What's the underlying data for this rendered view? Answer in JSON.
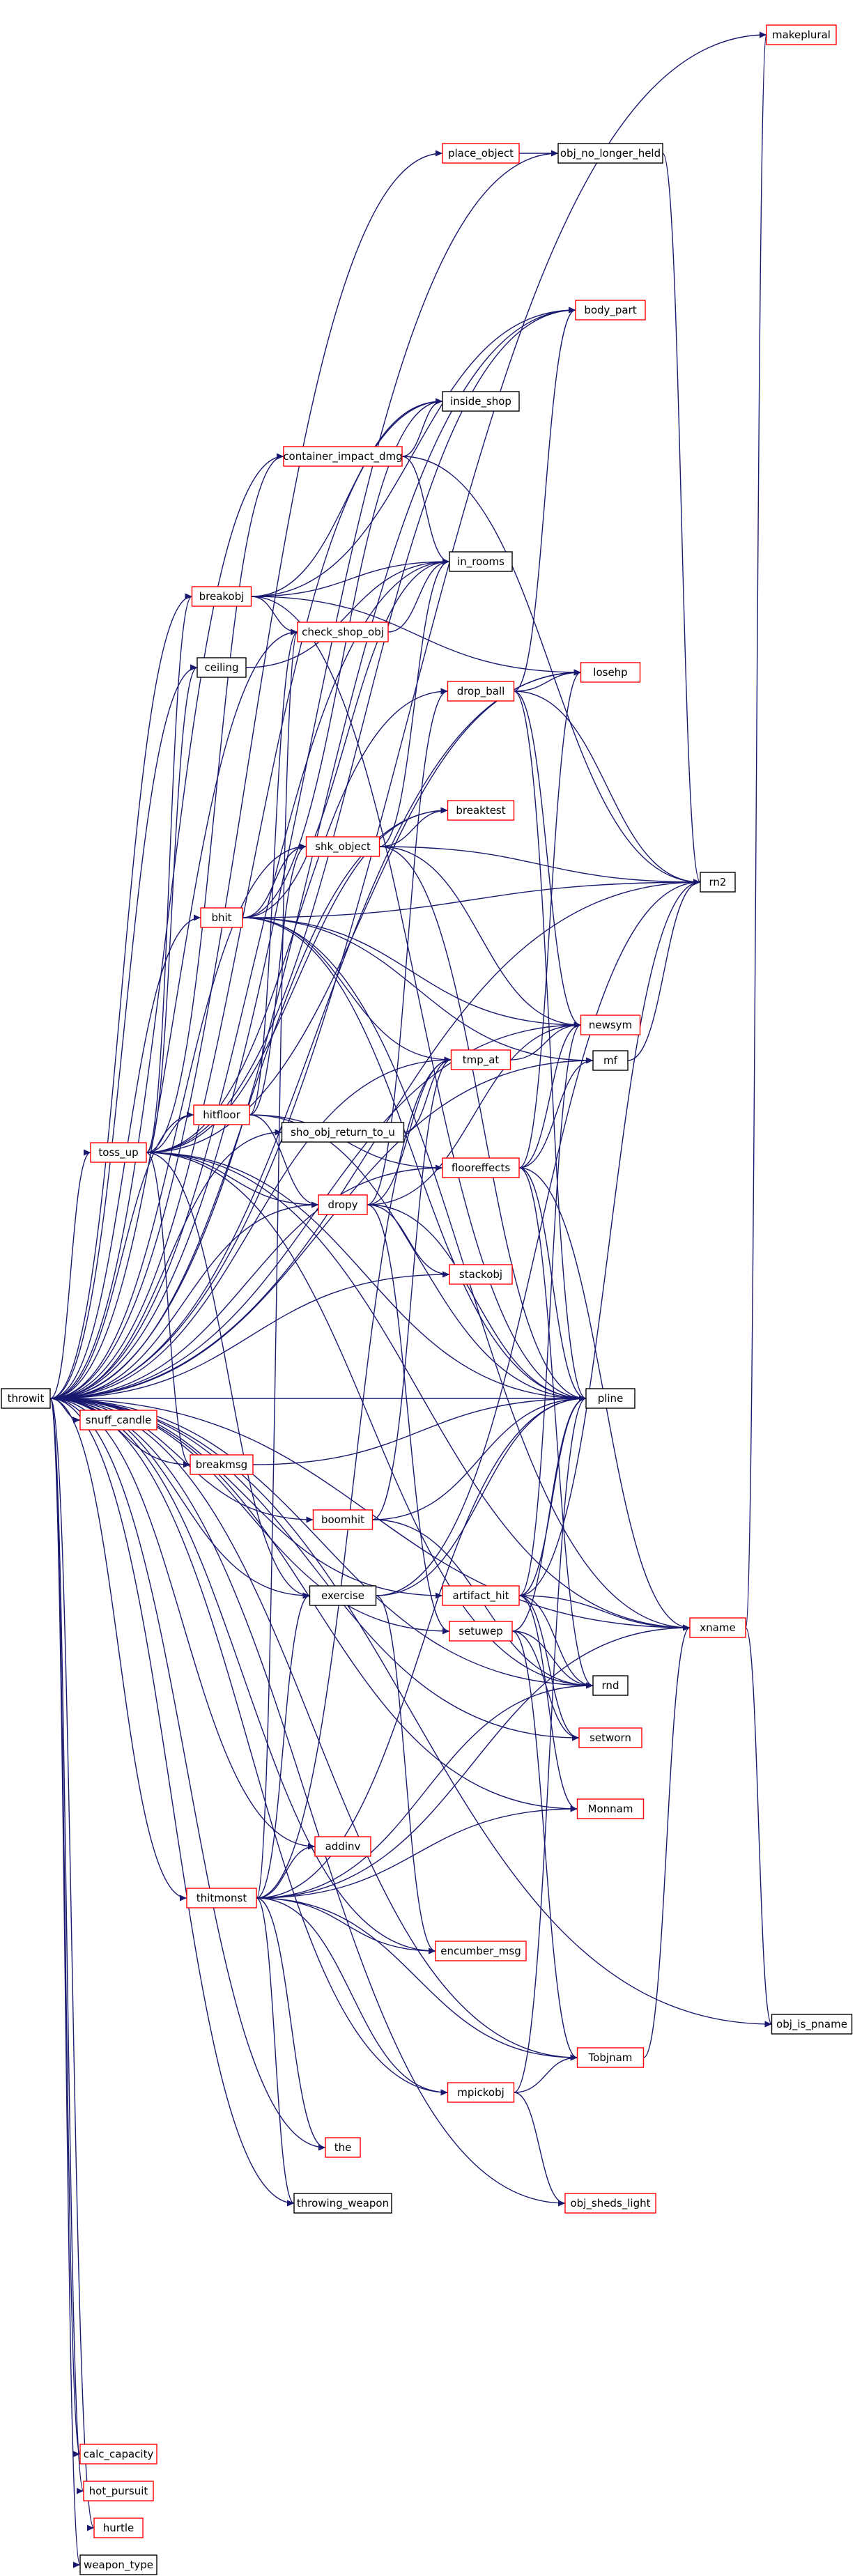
{
  "colors": {
    "edge": "#191970",
    "link_node_border": "#ff0000",
    "plain_node_border": "#000000",
    "root_node_fill": "#bfbfbf"
  },
  "root": "throwit",
  "nodes": [
    {
      "id": "throwit",
      "label": "throwit",
      "kind": "root"
    },
    {
      "id": "makeplural",
      "label": "makeplural",
      "kind": "link"
    },
    {
      "id": "place_object",
      "label": "place_object",
      "kind": "link"
    },
    {
      "id": "obj_no_longer_held",
      "label": "obj_no_longer_held",
      "kind": "plain"
    },
    {
      "id": "body_part",
      "label": "body_part",
      "kind": "link"
    },
    {
      "id": "inside_shop",
      "label": "inside_shop",
      "kind": "plain"
    },
    {
      "id": "container_impact_dmg",
      "label": "container_impact_dmg",
      "kind": "link"
    },
    {
      "id": "in_rooms",
      "label": "in_rooms",
      "kind": "plain"
    },
    {
      "id": "breakobj",
      "label": "breakobj",
      "kind": "link"
    },
    {
      "id": "check_shop_obj",
      "label": "check_shop_obj",
      "kind": "link"
    },
    {
      "id": "ceiling",
      "label": "ceiling",
      "kind": "plain"
    },
    {
      "id": "drop_ball",
      "label": "drop_ball",
      "kind": "link"
    },
    {
      "id": "losehp",
      "label": "losehp",
      "kind": "link"
    },
    {
      "id": "breaktest",
      "label": "breaktest",
      "kind": "link"
    },
    {
      "id": "shk_object",
      "label": "shk_object",
      "kind": "link"
    },
    {
      "id": "rn2",
      "label": "rn2",
      "kind": "plain"
    },
    {
      "id": "bhit",
      "label": "bhit",
      "kind": "link"
    },
    {
      "id": "newsym",
      "label": "newsym",
      "kind": "link"
    },
    {
      "id": "mf",
      "label": "mf",
      "kind": "plain"
    },
    {
      "id": "tmp_at",
      "label": "tmp_at",
      "kind": "link"
    },
    {
      "id": "hitfloor",
      "label": "hitfloor",
      "kind": "link"
    },
    {
      "id": "sho_obj_return_to_u",
      "label": "sho_obj_return_to_u",
      "kind": "plain"
    },
    {
      "id": "toss_up",
      "label": "toss_up",
      "kind": "link"
    },
    {
      "id": "flooreffects",
      "label": "flooreffects",
      "kind": "link"
    },
    {
      "id": "dropy",
      "label": "dropy",
      "kind": "link"
    },
    {
      "id": "stackobj",
      "label": "stackobj",
      "kind": "link"
    },
    {
      "id": "pline",
      "label": "pline",
      "kind": "plain"
    },
    {
      "id": "snuff_candle",
      "label": "snuff_candle",
      "kind": "link"
    },
    {
      "id": "breakmsg",
      "label": "breakmsg",
      "kind": "link"
    },
    {
      "id": "boomhit",
      "label": "boomhit",
      "kind": "link"
    },
    {
      "id": "exercise",
      "label": "exercise",
      "kind": "plain"
    },
    {
      "id": "artifact_hit",
      "label": "artifact_hit",
      "kind": "link"
    },
    {
      "id": "xname",
      "label": "xname",
      "kind": "link"
    },
    {
      "id": "setuwep",
      "label": "setuwep",
      "kind": "link"
    },
    {
      "id": "rnd",
      "label": "rnd",
      "kind": "plain"
    },
    {
      "id": "setworn",
      "label": "setworn",
      "kind": "link"
    },
    {
      "id": "Monnam",
      "label": "Monnam",
      "kind": "link"
    },
    {
      "id": "addinv",
      "label": "addinv",
      "kind": "link"
    },
    {
      "id": "thitmonst",
      "label": "thitmonst",
      "kind": "link"
    },
    {
      "id": "encumber_msg",
      "label": "encumber_msg",
      "kind": "link"
    },
    {
      "id": "obj_is_pname",
      "label": "obj_is_pname",
      "kind": "plain"
    },
    {
      "id": "Tobjnam",
      "label": "Tobjnam",
      "kind": "link"
    },
    {
      "id": "mpickobj",
      "label": "mpickobj",
      "kind": "link"
    },
    {
      "id": "the",
      "label": "the",
      "kind": "link"
    },
    {
      "id": "throwing_weapon",
      "label": "throwing_weapon",
      "kind": "plain"
    },
    {
      "id": "obj_sheds_light",
      "label": "obj_sheds_light",
      "kind": "link"
    },
    {
      "id": "calc_capacity",
      "label": "calc_capacity",
      "kind": "link"
    },
    {
      "id": "hot_pursuit",
      "label": "hot_pursuit",
      "kind": "link"
    },
    {
      "id": "hurtle",
      "label": "hurtle",
      "kind": "link"
    },
    {
      "id": "weapon_type",
      "label": "weapon_type",
      "kind": "plain"
    }
  ],
  "edges": [
    [
      "throwit",
      "makeplural"
    ],
    [
      "throwit",
      "place_object"
    ],
    [
      "throwit",
      "obj_no_longer_held"
    ],
    [
      "throwit",
      "body_part"
    ],
    [
      "throwit",
      "inside_shop"
    ],
    [
      "throwit",
      "container_impact_dmg"
    ],
    [
      "throwit",
      "in_rooms"
    ],
    [
      "throwit",
      "breakobj"
    ],
    [
      "throwit",
      "check_shop_obj"
    ],
    [
      "throwit",
      "ceiling"
    ],
    [
      "throwit",
      "losehp"
    ],
    [
      "throwit",
      "breaktest"
    ],
    [
      "throwit",
      "shk_object"
    ],
    [
      "throwit",
      "rn2"
    ],
    [
      "throwit",
      "bhit"
    ],
    [
      "throwit",
      "newsym"
    ],
    [
      "throwit",
      "mf"
    ],
    [
      "throwit",
      "tmp_at"
    ],
    [
      "throwit",
      "hitfloor"
    ],
    [
      "throwit",
      "sho_obj_return_to_u"
    ],
    [
      "throwit",
      "toss_up"
    ],
    [
      "throwit",
      "flooreffects"
    ],
    [
      "throwit",
      "dropy"
    ],
    [
      "throwit",
      "stackobj"
    ],
    [
      "throwit",
      "pline"
    ],
    [
      "throwit",
      "snuff_candle"
    ],
    [
      "throwit",
      "breakmsg"
    ],
    [
      "throwit",
      "boomhit"
    ],
    [
      "throwit",
      "exercise"
    ],
    [
      "throwit",
      "artifact_hit"
    ],
    [
      "throwit",
      "xname"
    ],
    [
      "throwit",
      "setuwep"
    ],
    [
      "throwit",
      "rnd"
    ],
    [
      "throwit",
      "setworn"
    ],
    [
      "throwit",
      "Monnam"
    ],
    [
      "throwit",
      "addinv"
    ],
    [
      "throwit",
      "thitmonst"
    ],
    [
      "throwit",
      "encumber_msg"
    ],
    [
      "throwit",
      "obj_is_pname"
    ],
    [
      "throwit",
      "Tobjnam"
    ],
    [
      "throwit",
      "mpickobj"
    ],
    [
      "throwit",
      "the"
    ],
    [
      "throwit",
      "throwing_weapon"
    ],
    [
      "throwit",
      "obj_sheds_light"
    ],
    [
      "throwit",
      "calc_capacity"
    ],
    [
      "throwit",
      "hot_pursuit"
    ],
    [
      "throwit",
      "hurtle"
    ],
    [
      "throwit",
      "weapon_type"
    ],
    [
      "place_object",
      "obj_no_longer_held"
    ],
    [
      "obj_no_longer_held",
      "rn2"
    ],
    [
      "container_impact_dmg",
      "inside_shop"
    ],
    [
      "container_impact_dmg",
      "in_rooms"
    ],
    [
      "container_impact_dmg",
      "rn2"
    ],
    [
      "breakobj",
      "body_part"
    ],
    [
      "breakobj",
      "inside_shop"
    ],
    [
      "breakobj",
      "in_rooms"
    ],
    [
      "breakobj",
      "check_shop_obj"
    ],
    [
      "breakobj",
      "losehp"
    ],
    [
      "breakobj",
      "pline"
    ],
    [
      "check_shop_obj",
      "in_rooms"
    ],
    [
      "ceiling",
      "in_rooms"
    ],
    [
      "drop_ball",
      "losehp"
    ],
    [
      "drop_ball",
      "body_part"
    ],
    [
      "drop_ball",
      "rn2"
    ],
    [
      "drop_ball",
      "newsym"
    ],
    [
      "drop_ball",
      "pline"
    ],
    [
      "shk_object",
      "breaktest"
    ],
    [
      "shk_object",
      "rn2"
    ],
    [
      "shk_object",
      "in_rooms"
    ],
    [
      "shk_object",
      "newsym"
    ],
    [
      "shk_object",
      "pline"
    ],
    [
      "bhit",
      "shk_object"
    ],
    [
      "bhit",
      "rn2"
    ],
    [
      "bhit",
      "in_rooms"
    ],
    [
      "bhit",
      "newsym"
    ],
    [
      "bhit",
      "tmp_at"
    ],
    [
      "bhit",
      "mf"
    ],
    [
      "bhit",
      "xname"
    ],
    [
      "bhit",
      "inside_shop"
    ],
    [
      "bhit",
      "pline"
    ],
    [
      "mf",
      "rn2"
    ],
    [
      "tmp_at",
      "newsym"
    ],
    [
      "hitfloor",
      "shk_object"
    ],
    [
      "hitfloor",
      "check_shop_obj"
    ],
    [
      "hitfloor",
      "dropy"
    ],
    [
      "hitfloor",
      "flooreffects"
    ],
    [
      "hitfloor",
      "pline"
    ],
    [
      "sho_obj_return_to_u",
      "tmp_at"
    ],
    [
      "toss_up",
      "breakobj"
    ],
    [
      "toss_up",
      "ceiling"
    ],
    [
      "toss_up",
      "breaktest"
    ],
    [
      "toss_up",
      "hitfloor"
    ],
    [
      "toss_up",
      "dropy"
    ],
    [
      "toss_up",
      "breakmsg"
    ],
    [
      "toss_up",
      "exercise"
    ],
    [
      "toss_up",
      "xname"
    ],
    [
      "toss_up",
      "pline"
    ],
    [
      "toss_up",
      "rnd"
    ],
    [
      "toss_up",
      "body_part"
    ],
    [
      "toss_up",
      "losehp"
    ],
    [
      "toss_up",
      "container_impact_dmg"
    ],
    [
      "toss_up",
      "drop_ball"
    ],
    [
      "flooreffects",
      "newsym"
    ],
    [
      "flooreffects",
      "mf"
    ],
    [
      "flooreffects",
      "pline"
    ],
    [
      "flooreffects",
      "xname"
    ],
    [
      "flooreffects",
      "rnd"
    ],
    [
      "flooreffects",
      "losehp"
    ],
    [
      "dropy",
      "drop_ball"
    ],
    [
      "dropy",
      "tmp_at"
    ],
    [
      "dropy",
      "stackobj"
    ],
    [
      "dropy",
      "setuwep"
    ],
    [
      "dropy",
      "newsym"
    ],
    [
      "dropy",
      "pline"
    ],
    [
      "breakmsg",
      "pline"
    ],
    [
      "boomhit",
      "tmp_at"
    ],
    [
      "boomhit",
      "pline"
    ],
    [
      "boomhit",
      "rnd"
    ],
    [
      "exercise",
      "rn2"
    ],
    [
      "exercise",
      "pline"
    ],
    [
      "exercise",
      "encumber_msg"
    ],
    [
      "artifact_hit",
      "rn2"
    ],
    [
      "artifact_hit",
      "rnd"
    ],
    [
      "artifact_hit",
      "pline"
    ],
    [
      "artifact_hit",
      "xname"
    ],
    [
      "artifact_hit",
      "Monnam"
    ],
    [
      "artifact_hit",
      "setworn"
    ],
    [
      "artifact_hit",
      "newsym"
    ],
    [
      "setuwep",
      "rnd"
    ],
    [
      "setuwep",
      "Tobjnam"
    ],
    [
      "setuwep",
      "pline"
    ],
    [
      "setuwep",
      "setworn"
    ],
    [
      "thitmonst",
      "exercise"
    ],
    [
      "thitmonst",
      "addinv"
    ],
    [
      "thitmonst",
      "encumber_msg"
    ],
    [
      "thitmonst",
      "Tobjnam"
    ],
    [
      "thitmonst",
      "mpickobj"
    ],
    [
      "thitmonst",
      "the"
    ],
    [
      "thitmonst",
      "throwing_weapon"
    ],
    [
      "thitmonst",
      "xname"
    ],
    [
      "thitmonst",
      "pline"
    ],
    [
      "thitmonst",
      "rnd"
    ],
    [
      "thitmonst",
      "Monnam"
    ],
    [
      "thitmonst",
      "tmp_at"
    ],
    [
      "thitmonst",
      "check_shop_obj"
    ],
    [
      "xname",
      "makeplural"
    ],
    [
      "xname",
      "obj_is_pname"
    ],
    [
      "Tobjnam",
      "xname"
    ],
    [
      "mpickobj",
      "Tobjnam"
    ],
    [
      "mpickobj",
      "obj_sheds_light"
    ],
    [
      "mpickobj",
      "pline"
    ]
  ]
}
